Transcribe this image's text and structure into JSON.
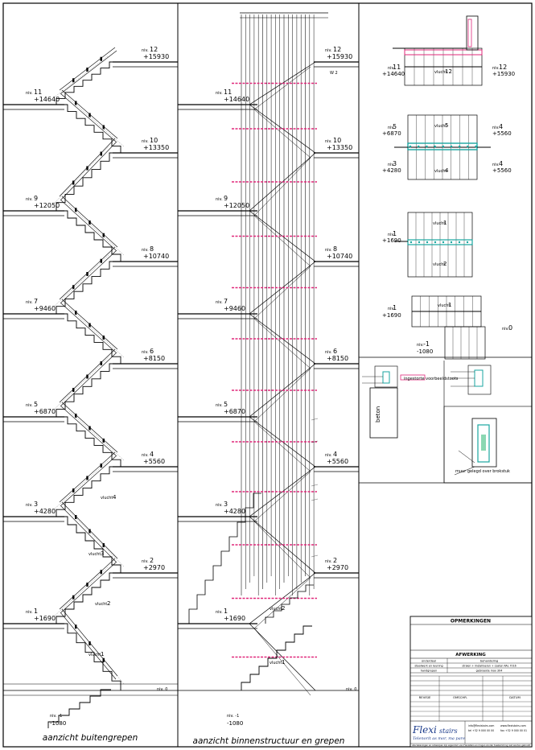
{
  "views": {
    "left_caption": "aanzicht buitengrepen",
    "middle_caption": "aanzicht binnenstructuur en grepen"
  },
  "levels": [
    {
      "niv": "12",
      "mm": "+15930"
    },
    {
      "niv": "11",
      "mm": "+14640"
    },
    {
      "niv": "10",
      "mm": "+13350"
    },
    {
      "niv": "9",
      "mm": "+12050"
    },
    {
      "niv": "8",
      "mm": "+10740"
    },
    {
      "niv": "7",
      "mm": "+9460"
    },
    {
      "niv": "6",
      "mm": "+8150"
    },
    {
      "niv": "5",
      "mm": "+6870"
    },
    {
      "niv": "4",
      "mm": "+5560"
    },
    {
      "niv": "3",
      "mm": "+4280"
    },
    {
      "niv": "2",
      "mm": "+2970"
    },
    {
      "niv": "1",
      "mm": "+1690"
    },
    {
      "niv": "0",
      "mm": ""
    },
    {
      "niv": "-1",
      "mm": "-1080"
    }
  ],
  "niv_prefix": "niv.",
  "flights": {
    "left": [
      "1",
      "2",
      "3",
      "4"
    ],
    "middle": [
      "1",
      "2"
    ]
  },
  "plans": [
    {
      "left_niv": "11",
      "left_mm": "+14640",
      "right_niv": "12",
      "right_mm": "+15930",
      "flight": "12"
    },
    {
      "left_niv": "5",
      "left_mm": "+6870",
      "right_niv": "4",
      "right_mm": "+5560",
      "flight": "5"
    },
    {
      "left_niv": "3",
      "left_mm": "+4280",
      "right_niv": "4",
      "right_mm": "+5560",
      "flight": "4"
    },
    {
      "left_niv": "1",
      "left_mm": "+1690",
      "right_niv": "",
      "right_mm": "",
      "flight": "1"
    },
    {
      "left_niv": "1",
      "left_mm": "+1690",
      "right_niv": "0",
      "right_mm": "",
      "flight": "1"
    },
    {
      "left_niv": "-1",
      "left_mm": "-1080",
      "right_niv": "",
      "right_mm": "",
      "flight": ""
    }
  ],
  "marks": {
    "w2": "W 2",
    "beton": "beton",
    "steel_note": "muur gelegd over brokstuk",
    "detail_note": "ingestorte voorbeeldstoots"
  },
  "titleblock": {
    "opmerkingen": "OPMERKINGEN",
    "afwerking": "AFWERKING",
    "rows": [
      {
        "a": "onderdeel",
        "b": "behandeling"
      },
      {
        "a": "staalwerk en leuning",
        "b": "stralen + metalliseren + coaten RAL 7016"
      },
      {
        "a": "handgrepen",
        "b": "gebroeide inox 304"
      }
    ],
    "revisie": "REVISIE",
    "omschr": "OMSCHR.",
    "datum": "DATUM",
    "brand": "Flexi",
    "brand_tail": "stairs",
    "slogan": "Telenorit as mor, ma pare",
    "contact": [
      "info@flexistairs.com",
      "www.flexistairs.com",
      "tel +32 9 000 00 00",
      "fax +32 9 000 00 01"
    ],
    "footer": "Alle tekeningen en ontwerpen zijn eigendom van Flexistairs en mogen zonder toestemming niet worden gebruikt"
  },
  "colors": {
    "line": "#000000",
    "magenta": "#e0287a",
    "teal": "#1aa6a0",
    "green": "#2bb673",
    "grey": "#9a9a9a"
  }
}
